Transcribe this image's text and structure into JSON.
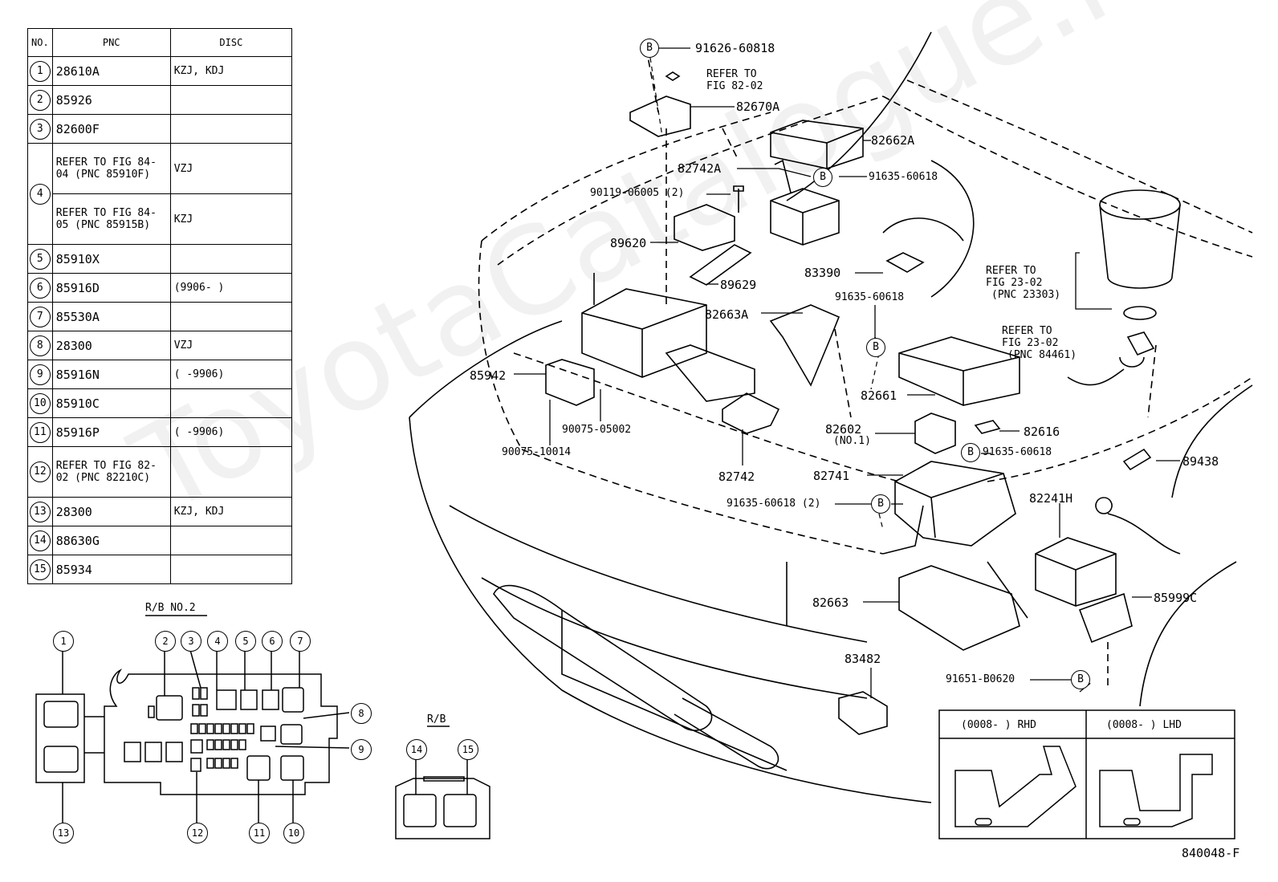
{
  "table": {
    "headers": [
      "NO.",
      "PNC",
      "DISC"
    ],
    "rows": [
      {
        "no": "1",
        "pnc": "28610A",
        "disc": "KZJ, KDJ"
      },
      {
        "no": "2",
        "pnc": "85926",
        "disc": ""
      },
      {
        "no": "3",
        "pnc": "82600F",
        "disc": ""
      },
      {
        "no": "4",
        "pnc": "REFER TO FIG 84-04 (PNC 85910F)",
        "disc": "VZJ"
      },
      {
        "no": "",
        "pnc": "REFER TO FIG 84-05 (PNC 85915B)",
        "disc": "KZJ"
      },
      {
        "no": "5",
        "pnc": "85910X",
        "disc": ""
      },
      {
        "no": "6",
        "pnc": "85916D",
        "disc": "(9906-       )"
      },
      {
        "no": "7",
        "pnc": "85530A",
        "disc": ""
      },
      {
        "no": "8",
        "pnc": "28300",
        "disc": "VZJ"
      },
      {
        "no": "9",
        "pnc": "85916N",
        "disc": "(       -9906)"
      },
      {
        "no": "10",
        "pnc": "85910C",
        "disc": ""
      },
      {
        "no": "11",
        "pnc": "85916P",
        "disc": "(       -9906)"
      },
      {
        "no": "12",
        "pnc": "REFER TO FIG 82-02 (PNC 82210C)",
        "disc": ""
      },
      {
        "no": "13",
        "pnc": "28300",
        "disc": "KZJ, KDJ"
      },
      {
        "no": "14",
        "pnc": "88630G",
        "disc": ""
      },
      {
        "no": "15",
        "pnc": "85934",
        "disc": ""
      }
    ]
  },
  "relay_box": {
    "rb2_title": "R/B NO.2",
    "rb_title": "R/B",
    "rb2_callouts": [
      "1",
      "2",
      "3",
      "4",
      "5",
      "6",
      "7",
      "8",
      "9",
      "10",
      "11",
      "12",
      "13"
    ],
    "rb_callouts": [
      "14",
      "15"
    ]
  },
  "bolt_marker": "B",
  "parts": {
    "p91626": "91626-60818",
    "refer_fig_82_02": [
      "REFER TO",
      "FIG 82-02"
    ],
    "p82670A": "82670A",
    "p82662A": "82662A",
    "p82742A": "82742A",
    "p91635a": "91635-60618",
    "p90119": "90119-06005 (2)",
    "p89620": "89620",
    "p89629": "89629",
    "p83390": "83390",
    "refer_fig_23_02a": [
      "REFER TO",
      "FIG 23-02",
      "(PNC 23303)"
    ],
    "p82663A": "82663A",
    "p91635b": "91635-60618",
    "refer_fig_23_02b": [
      "REFER TO",
      "FIG 23-02",
      "(PNC 84461)"
    ],
    "p85942": "85942",
    "p82661": "82661",
    "p82602": "82602",
    "p82602_note": "(NO.1)",
    "p82616": "82616",
    "p90075_05002": "90075-05002",
    "p90075_10014": "90075-10014",
    "p91635c": "91635-60618",
    "p82742": "82742",
    "p82741": "82741",
    "p89438": "89438",
    "p91635_2": "91635-60618 (2)",
    "p82241H": "82241H",
    "p82663": "82663",
    "p85999C": "85999C",
    "p83482": "83482",
    "p91651": "91651-B0620"
  },
  "inset": {
    "rhd": "(0008-       ) RHD",
    "lhd": "(0008-       ) LHD"
  },
  "figure_id": "840048-F",
  "watermark": "ToyotaCatalogue.ru"
}
